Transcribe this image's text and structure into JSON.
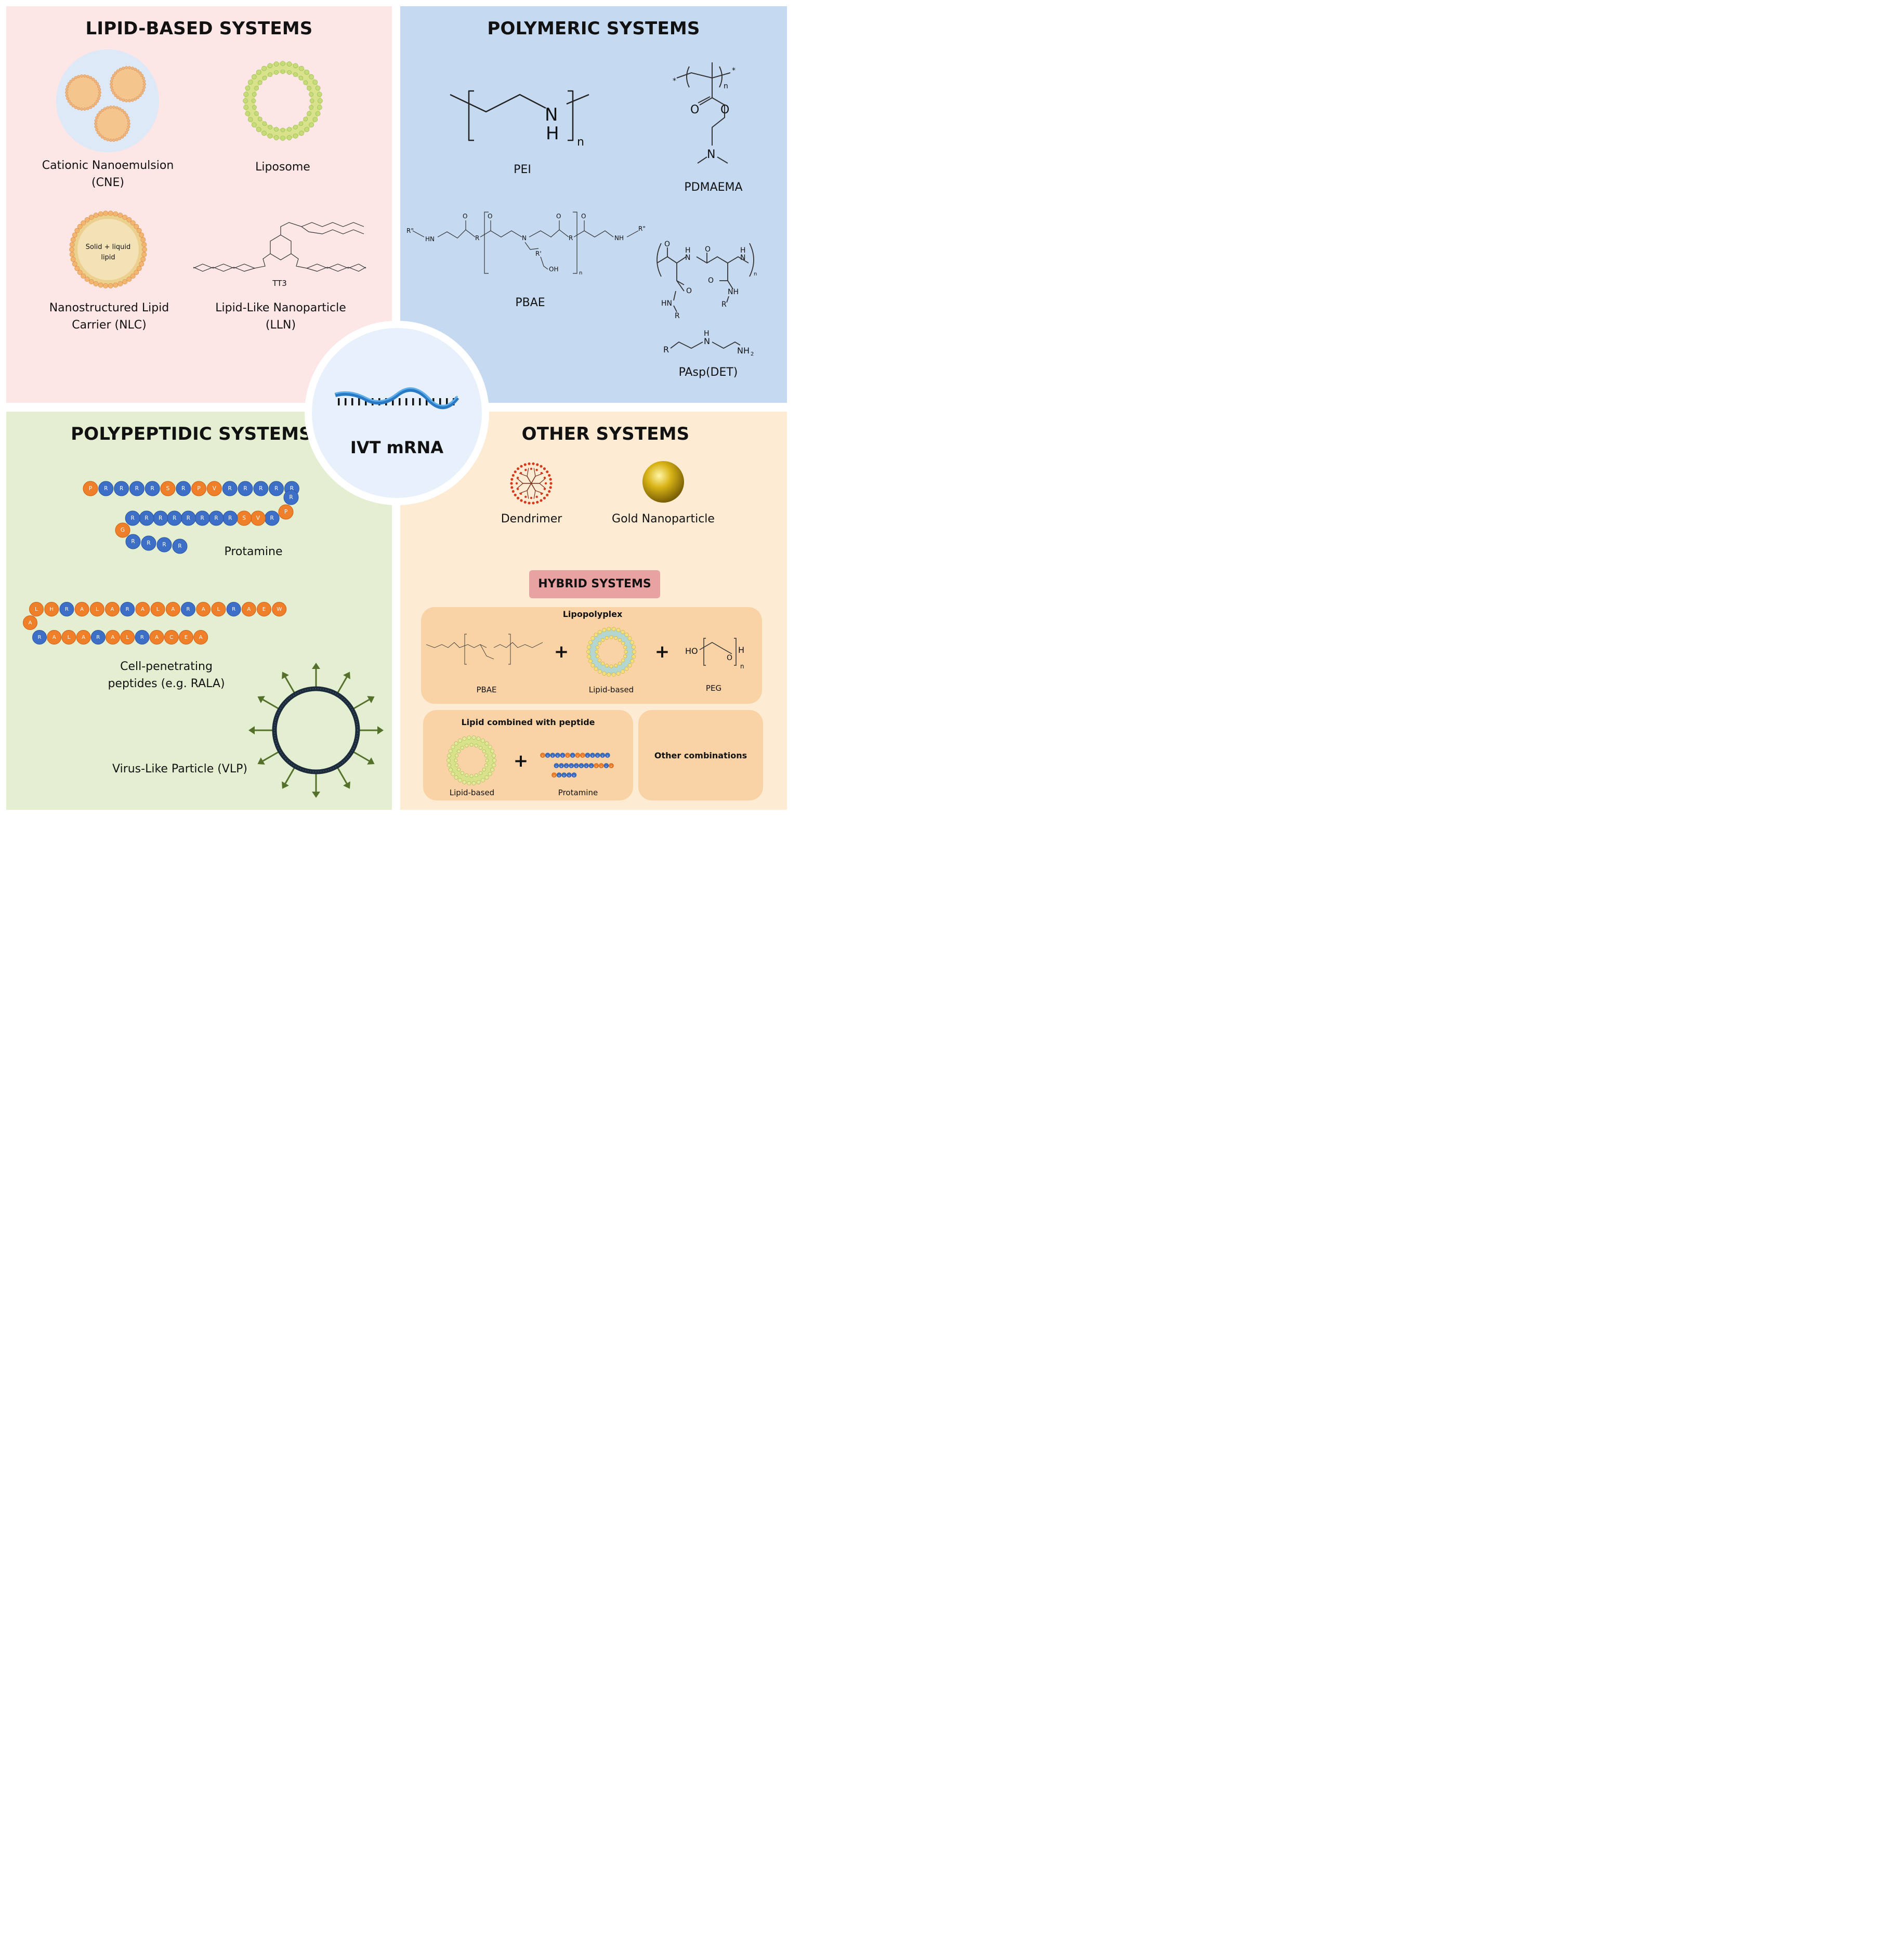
{
  "center": {
    "label": "IVT mRNA"
  },
  "lipid": {
    "title": "LIPID-BASED SYSTEMS",
    "cne_line1": "Cationic Nanoemulsion",
    "cne_line2": "(CNE)",
    "liposome": "Liposome",
    "nlc_inner1": "Solid + liquid",
    "nlc_inner2": "lipid",
    "nlc_line1": "Nanostructured Lipid",
    "nlc_line2": "Carrier (NLC)",
    "tt3": "TT3",
    "lln_line1": "Lipid-Like Nanoparticle",
    "lln_line2": "(LLN)"
  },
  "polymeric": {
    "title": "POLYMERIC SYSTEMS",
    "pei": "PEI",
    "pdmaema": "PDMAEMA",
    "pbae": "PBAE",
    "pasp": "PAsp(DET)"
  },
  "polypeptidic": {
    "title": "POLYPEPTIDIC SYSTEMS",
    "protamine": "Protamine",
    "cpp_line1": "Cell-penetrating",
    "cpp_line2": "peptides (e.g. RALA)",
    "vlp": "Virus-Like Particle (VLP)",
    "protamine_row1": [
      "P",
      "R",
      "R",
      "R",
      "R",
      "S",
      "R",
      "P",
      "V",
      "R",
      "R",
      "R",
      "R",
      "R"
    ],
    "protamine_row2": [
      "P",
      "R",
      "V",
      "S",
      "R",
      "R",
      "R",
      "R",
      "R",
      "R",
      "R",
      "R"
    ],
    "protamine_row3": [
      "G",
      "R",
      "R",
      "R",
      "R"
    ],
    "rala_row1": [
      "L",
      "H",
      "R",
      "A",
      "L",
      "A",
      "R",
      "A",
      "L",
      "A",
      "R",
      "A",
      "L",
      "R",
      "A",
      "E",
      "W"
    ],
    "rala_row2": [
      "A",
      "R",
      "A",
      "L",
      "A",
      "R",
      "A",
      "L",
      "R",
      "A",
      "C",
      "E",
      "A"
    ]
  },
  "other": {
    "title": "OTHER SYSTEMS",
    "dendrimer": "Dendrimer",
    "gold": "Gold Nanoparticle",
    "hybrid_title": "HYBRID SYSTEMS",
    "lipopolyplex": "Lipopolyplex",
    "pbae": "PBAE",
    "lipid_based": "Lipid-based",
    "peg": "PEG",
    "lipid_peptide": "Lipid combined with peptide",
    "lipid_based2": "Lipid-based",
    "protamine": "Protamine",
    "other_combinations": "Other combinations",
    "plus": "+"
  },
  "colors": {
    "lipid_bg": "#fde6e6",
    "polymeric_bg": "#c5d9f1",
    "polypeptidic_bg": "#e4efd2",
    "other_bg": "#fdecd3",
    "arginine": "#3d6fc7",
    "other_residue": "#f07f2a",
    "vlp_ring": "#1c2a3a",
    "vlp_spike": "#54702a"
  }
}
